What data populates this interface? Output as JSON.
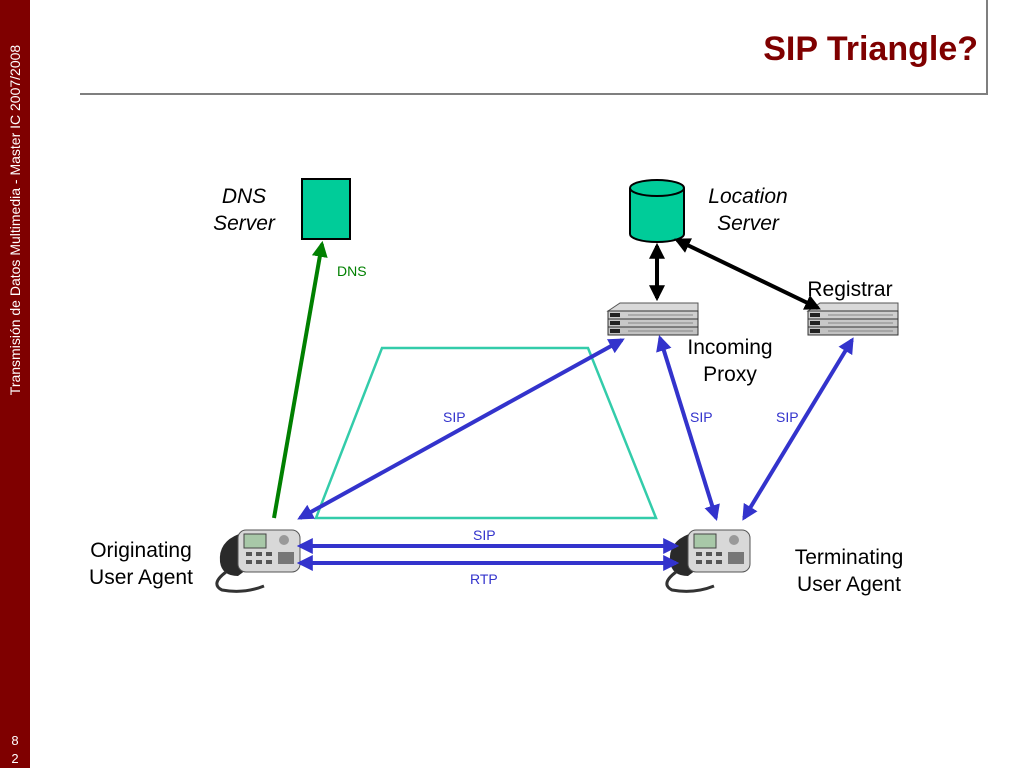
{
  "sidebar": {
    "text": "Transmisión de Datos Multimedia - Master IC 2007/2008",
    "page_digit_1": "8",
    "page_digit_2": "2"
  },
  "slide": {
    "title": "SIP Triangle?"
  },
  "nodes": {
    "dns_server": {
      "line1": "DNS",
      "line2": "Server",
      "icon": "server-box-icon"
    },
    "location_server": {
      "line1": "Location",
      "line2": "Server",
      "icon": "database-cylinder-icon"
    },
    "registrar": {
      "label": "Registrar",
      "icon": "rack-server-icon"
    },
    "incoming_proxy": {
      "line1": "Incoming",
      "line2": "Proxy",
      "icon": "rack-server-icon"
    },
    "originating_ua": {
      "line1": "Originating",
      "line2": "User Agent",
      "icon": "ip-phone-icon"
    },
    "terminating_ua": {
      "line1": "Terminating",
      "line2": "User Agent",
      "icon": "ip-phone-icon"
    }
  },
  "links": {
    "dns": "DNS",
    "sip_to_proxy": "SIP",
    "sip_proxy_to_term": "SIP",
    "sip_registrar": "SIP",
    "sip_direct": "SIP",
    "rtp": "RTP"
  },
  "colors": {
    "accent": "#7f0000",
    "sip_arrow": "#3333cc",
    "dns_arrow": "#008000",
    "teal_shape": "#00cc99",
    "triangle_outline": "#33ccaa"
  }
}
